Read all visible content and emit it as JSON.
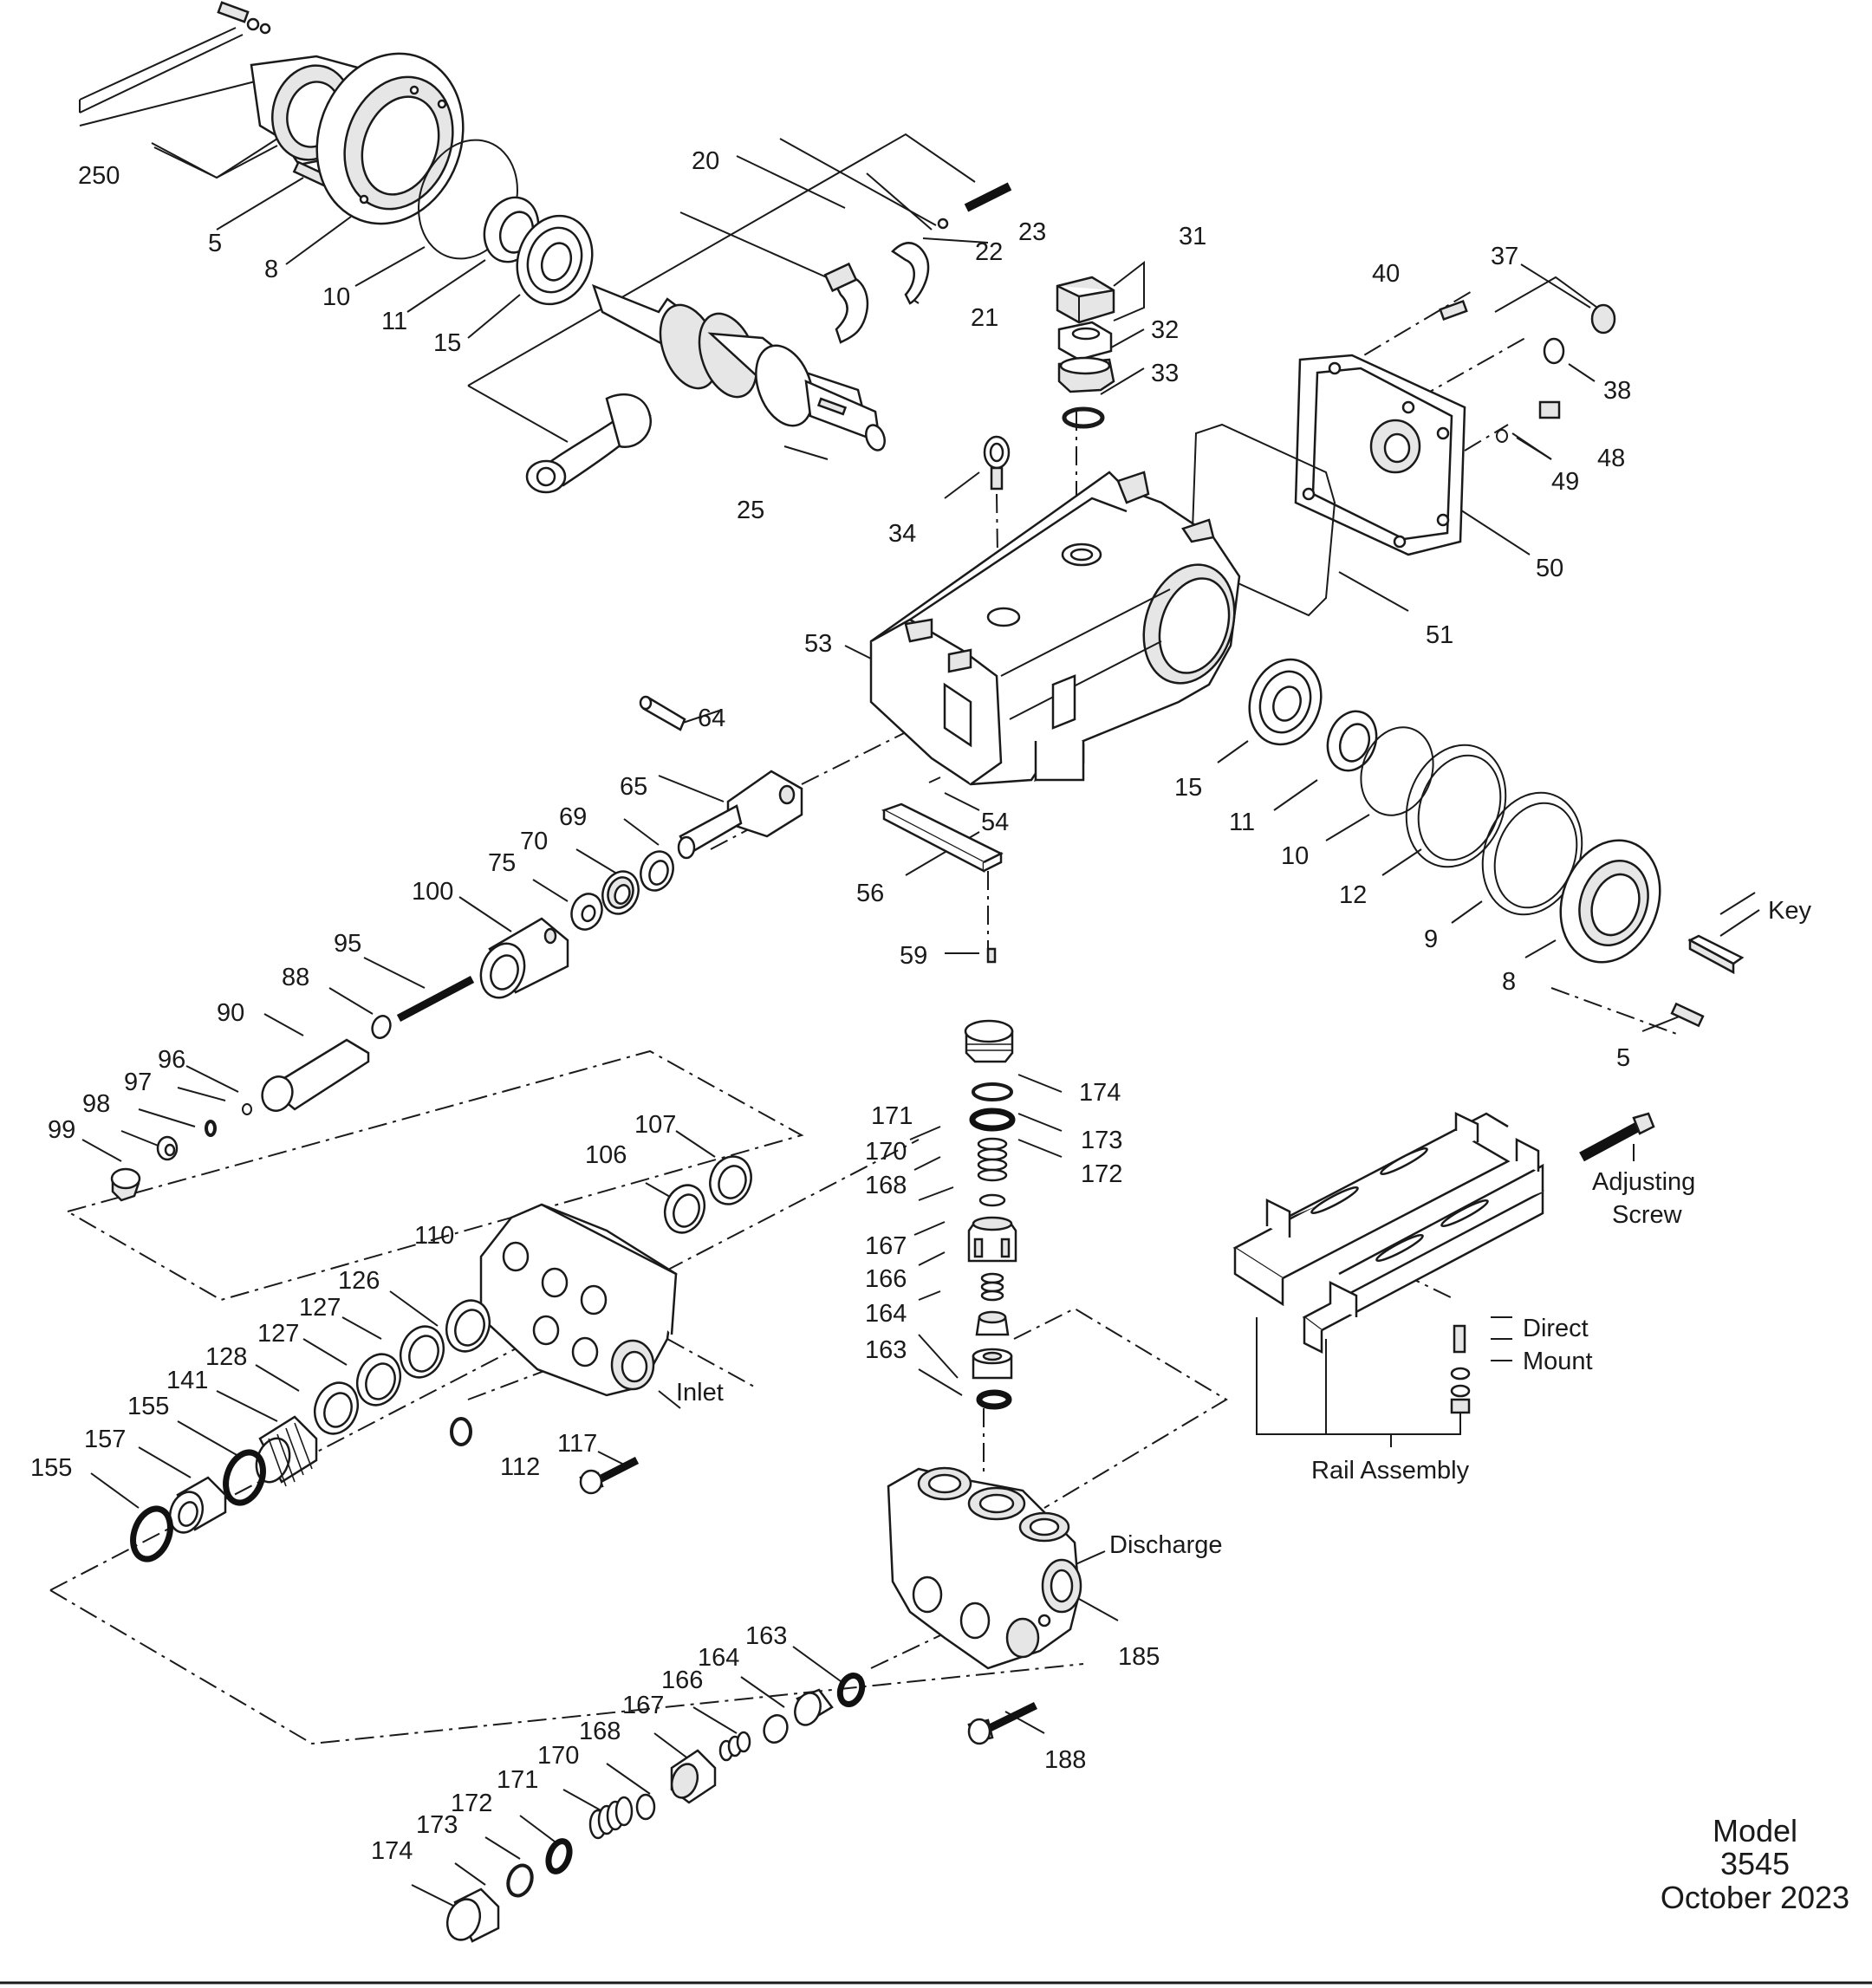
{
  "parts": [
    {
      "id": "lbl-250",
      "text": "250"
    },
    {
      "id": "lbl-5a",
      "text": "5"
    },
    {
      "id": "lbl-8a",
      "text": "8"
    },
    {
      "id": "lbl-10a",
      "text": "10"
    },
    {
      "id": "lbl-11a",
      "text": "11"
    },
    {
      "id": "lbl-15a",
      "text": "15"
    },
    {
      "id": "lbl-20",
      "text": "20"
    },
    {
      "id": "lbl-23",
      "text": "23"
    },
    {
      "id": "lbl-22",
      "text": "22"
    },
    {
      "id": "lbl-21",
      "text": "21"
    },
    {
      "id": "lbl-25",
      "text": "25"
    },
    {
      "id": "lbl-31",
      "text": "31"
    },
    {
      "id": "lbl-32",
      "text": "32"
    },
    {
      "id": "lbl-33",
      "text": "33"
    },
    {
      "id": "lbl-34",
      "text": "34"
    },
    {
      "id": "lbl-40",
      "text": "40"
    },
    {
      "id": "lbl-37",
      "text": "37"
    },
    {
      "id": "lbl-38",
      "text": "38"
    },
    {
      "id": "lbl-48",
      "text": "48"
    },
    {
      "id": "lbl-49",
      "text": "49"
    },
    {
      "id": "lbl-50",
      "text": "50"
    },
    {
      "id": "lbl-51",
      "text": "51"
    },
    {
      "id": "lbl-53",
      "text": "53"
    },
    {
      "id": "lbl-64",
      "text": "64"
    },
    {
      "id": "lbl-65",
      "text": "65"
    },
    {
      "id": "lbl-54",
      "text": "54"
    },
    {
      "id": "lbl-15b",
      "text": "15"
    },
    {
      "id": "lbl-11b",
      "text": "11"
    },
    {
      "id": "lbl-10b",
      "text": "10"
    },
    {
      "id": "lbl-12",
      "text": "12"
    },
    {
      "id": "lbl-9",
      "text": "9"
    },
    {
      "id": "lbl-8b",
      "text": "8"
    },
    {
      "id": "lbl-5b",
      "text": "5"
    },
    {
      "id": "lbl-key",
      "text": "Key"
    },
    {
      "id": "lbl-69",
      "text": "69"
    },
    {
      "id": "lbl-70",
      "text": "70"
    },
    {
      "id": "lbl-75",
      "text": "75"
    },
    {
      "id": "lbl-100",
      "text": "100"
    },
    {
      "id": "lbl-56",
      "text": "56"
    },
    {
      "id": "lbl-59",
      "text": "59"
    },
    {
      "id": "lbl-95",
      "text": "95"
    },
    {
      "id": "lbl-88",
      "text": "88"
    },
    {
      "id": "lbl-90",
      "text": "90"
    },
    {
      "id": "lbl-96",
      "text": "96"
    },
    {
      "id": "lbl-97",
      "text": "97"
    },
    {
      "id": "lbl-98",
      "text": "98"
    },
    {
      "id": "lbl-99",
      "text": "99"
    },
    {
      "id": "lbl-107",
      "text": "107"
    },
    {
      "id": "lbl-106",
      "text": "106"
    },
    {
      "id": "lbl-110",
      "text": "110"
    },
    {
      "id": "lbl-126",
      "text": "126"
    },
    {
      "id": "lbl-127a",
      "text": "127"
    },
    {
      "id": "lbl-127b",
      "text": "127"
    },
    {
      "id": "lbl-128",
      "text": "128"
    },
    {
      "id": "lbl-141",
      "text": "141"
    },
    {
      "id": "lbl-155a",
      "text": "155"
    },
    {
      "id": "lbl-157",
      "text": "157"
    },
    {
      "id": "lbl-155b",
      "text": "155"
    },
    {
      "id": "lbl-inlet",
      "text": "Inlet"
    },
    {
      "id": "lbl-112",
      "text": "112"
    },
    {
      "id": "lbl-117",
      "text": "117"
    },
    {
      "id": "lbl-174a",
      "text": "174"
    },
    {
      "id": "lbl-173a",
      "text": "173"
    },
    {
      "id": "lbl-172a",
      "text": "172"
    },
    {
      "id": "lbl-171a",
      "text": "171"
    },
    {
      "id": "lbl-170a",
      "text": "170"
    },
    {
      "id": "lbl-168a",
      "text": "168"
    },
    {
      "id": "lbl-167a",
      "text": "167"
    },
    {
      "id": "lbl-166a",
      "text": "166"
    },
    {
      "id": "lbl-164a",
      "text": "164"
    },
    {
      "id": "lbl-163a",
      "text": "163"
    },
    {
      "id": "lbl-adj1",
      "text": "Adjusting"
    },
    {
      "id": "lbl-adj2",
      "text": "Screw"
    },
    {
      "id": "lbl-dm1",
      "text": "Direct"
    },
    {
      "id": "lbl-dm2",
      "text": "Mount"
    },
    {
      "id": "lbl-rail",
      "text": "Rail Assembly"
    },
    {
      "id": "lbl-discharge",
      "text": "Discharge"
    },
    {
      "id": "lbl-185",
      "text": "185"
    },
    {
      "id": "lbl-188",
      "text": "188"
    },
    {
      "id": "lbl-163b",
      "text": "163"
    },
    {
      "id": "lbl-164b",
      "text": "164"
    },
    {
      "id": "lbl-166b",
      "text": "166"
    },
    {
      "id": "lbl-167b",
      "text": "167"
    },
    {
      "id": "lbl-168b",
      "text": "168"
    },
    {
      "id": "lbl-170b",
      "text": "170"
    },
    {
      "id": "lbl-171b",
      "text": "171"
    },
    {
      "id": "lbl-172b",
      "text": "172"
    },
    {
      "id": "lbl-173b",
      "text": "173"
    },
    {
      "id": "lbl-174b",
      "text": "174"
    }
  ],
  "title_block": {
    "model_label": "Model",
    "model_number": "3545",
    "date": "October 2023"
  }
}
